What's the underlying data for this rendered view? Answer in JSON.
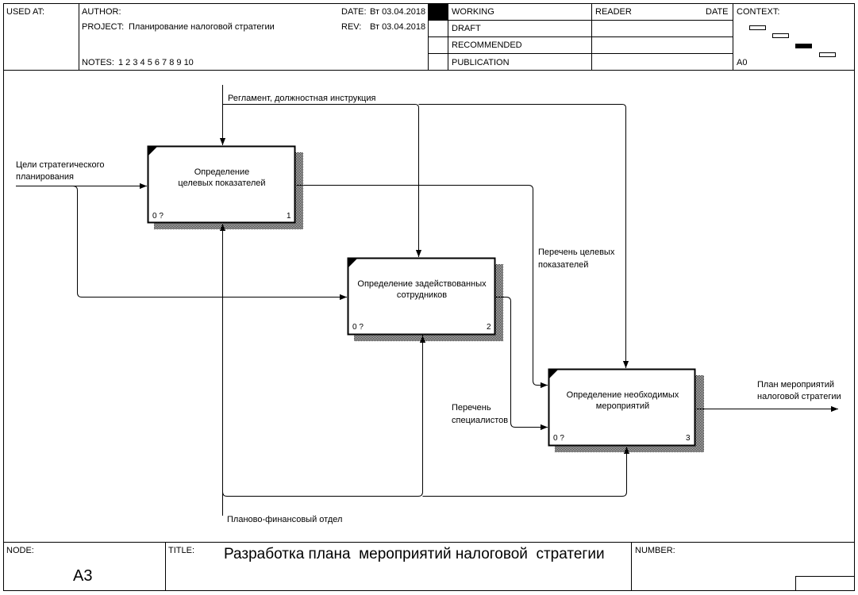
{
  "header": {
    "used_at": "USED AT:",
    "author": "AUTHOR:",
    "project_label": "PROJECT:",
    "project_value": "Планирование налоговой стратегии",
    "date_label": "DATE:",
    "date_value": "Вт 03.04.2018",
    "rev_label": "REV:",
    "rev_value": "Вт 03.04.2018",
    "notes_label": "NOTES:",
    "notes_value": "1  2  3  4  5  6  7  8  9  10",
    "status": [
      "WORKING",
      "DRAFT",
      "RECOMMENDED",
      "PUBLICATION"
    ],
    "reader": "READER",
    "date_col": "DATE",
    "context": "CONTEXT:",
    "context_node": "A0"
  },
  "diagram": {
    "boxes": [
      {
        "title_line1": "Определение",
        "title_line2": "целевых показателей",
        "cost": "0 ?",
        "number": "1"
      },
      {
        "title_line1": "Определение задействованных",
        "title_line2": "сотрудников",
        "cost": "0 ?",
        "number": "2"
      },
      {
        "title_line1": "Определение необходимых",
        "title_line2": "мероприятий",
        "cost": "0 ?",
        "number": "3"
      }
    ],
    "arrows": {
      "control": "Регламент, должностная инструкция",
      "input_line1": "Цели стратегического",
      "input_line2": "планирования",
      "targets_line1": "Перечень целевых",
      "targets_line2": "показателей",
      "specialists_line1": "Перечень",
      "specialists_line2": "специалистов",
      "output_line1": "План мероприятий",
      "output_line2": "налоговой стратегии",
      "mechanism": "Планово-финансовый отдел"
    }
  },
  "footer": {
    "node_label": "NODE:",
    "node_value": "A3",
    "title_label": "TITLE:",
    "title_value": "Разработка плана  мероприятий налоговой  стратегии",
    "number_label": "NUMBER:"
  }
}
